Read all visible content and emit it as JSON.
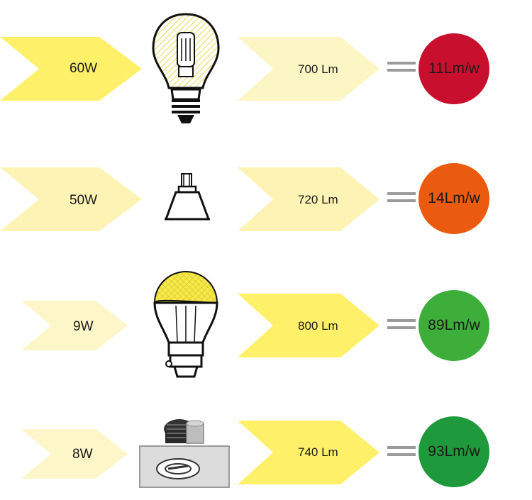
{
  "rows": [
    {
      "watts": "60W",
      "lumens": "700 Lm",
      "efficacy": "11Lm/w",
      "color": "#c8102e",
      "watt_arrow": "#fff06a",
      "lumen_arrow": "#fbf6c4",
      "bulb": "halogen-bulb-icon"
    },
    {
      "watts": "50W",
      "lumens": "720 Lm",
      "efficacy": "14Lm/w",
      "color": "#ea5a0f",
      "watt_arrow": "#fdf3b4",
      "lumen_arrow": "#fdf3b4",
      "bulb": "halogen-spot-icon"
    },
    {
      "watts": "9W",
      "lumens": "800 Lm",
      "efficacy": "89Lm/w",
      "color": "#3dae3a",
      "watt_arrow": "#fdf6c8",
      "lumen_arrow": "#fff06a",
      "bulb": "led-bulb-icon"
    },
    {
      "watts": "8W",
      "lumens": "740 Lm",
      "efficacy": "93Lm/w",
      "color": "#1e9a3c",
      "watt_arrow": "#fdf6c8",
      "lumen_arrow": "#fff06a",
      "bulb": "led-downlight-icon"
    }
  ]
}
